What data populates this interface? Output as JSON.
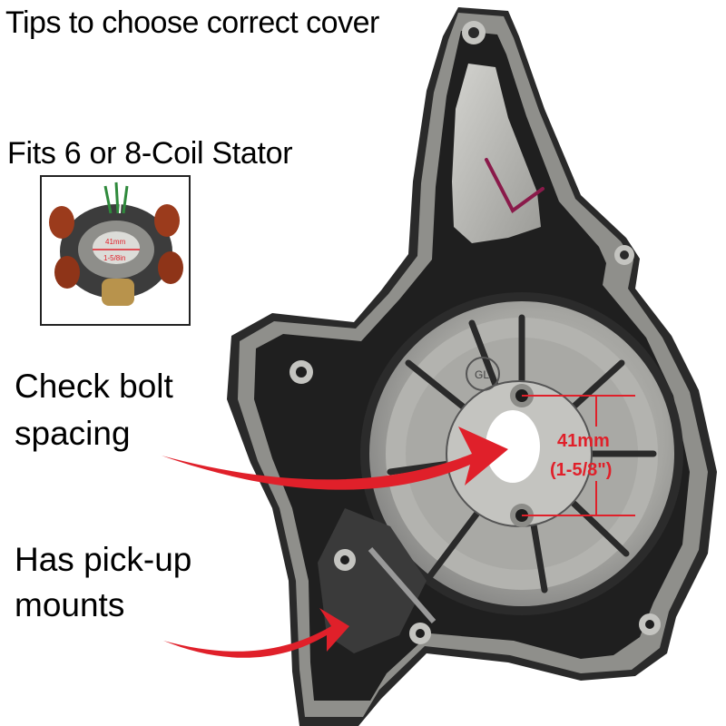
{
  "title": "Tips to choose correct cover",
  "inset": {
    "caption": "Fits 6 or 8-Coil Stator",
    "measure_mm": "41mm",
    "measure_in": "1-5/8in"
  },
  "callouts": {
    "bolt_line1": "Check bolt",
    "bolt_line2": "spacing",
    "pickup_line1": "Has pick-up",
    "pickup_line2": "mounts"
  },
  "measurement": {
    "mm": "41mm",
    "inch": "(1-5/8\")"
  },
  "cover_marking": "GL",
  "colors": {
    "accent_red": "#e0202a",
    "metal": "#9c9c98",
    "rim_dark": "#1e1e1e"
  }
}
